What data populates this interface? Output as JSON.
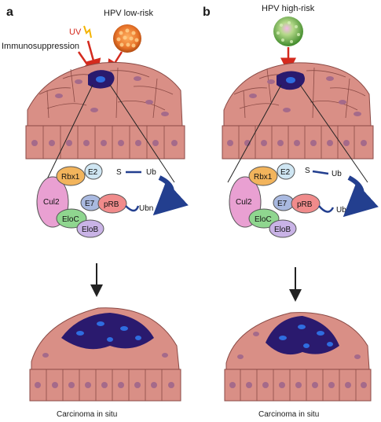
{
  "panels": [
    {
      "letter": "a",
      "virus_label": "HPV low-risk",
      "uv_label": "UV",
      "immuno_label": "Immunosuppression",
      "caption": "Carcinoma in situ",
      "virus_color": "#e8742a"
    },
    {
      "letter": "b",
      "virus_label": "HPV high-risk",
      "caption": "Carcinoma in situ",
      "virus_color": "#7fbf5a"
    }
  ],
  "complex": {
    "cul2": "Cul2",
    "rbx1": "Rbx1",
    "e2": "E2",
    "s": "S",
    "ub": "Ub",
    "e7": "E7",
    "prb": "pRB",
    "eloc": "EloC",
    "elob": "EloB",
    "ubn": "Ubn"
  },
  "colors": {
    "cell_fill": "#d98f86",
    "cell_stroke": "#8a4a45",
    "nucleus": "#a56a8a",
    "lesion": "#2a1a6e",
    "arrow_red": "#d42a1e",
    "curved_arrow": "#233f8f",
    "cul2": "#e9a0d2",
    "rbx1": "#f2b45c",
    "e2": "#cfe6f3",
    "e7": "#a9b9e0",
    "prb": "#f08b8b",
    "eloc": "#8fd68f",
    "elob": "#c9b3e6"
  }
}
